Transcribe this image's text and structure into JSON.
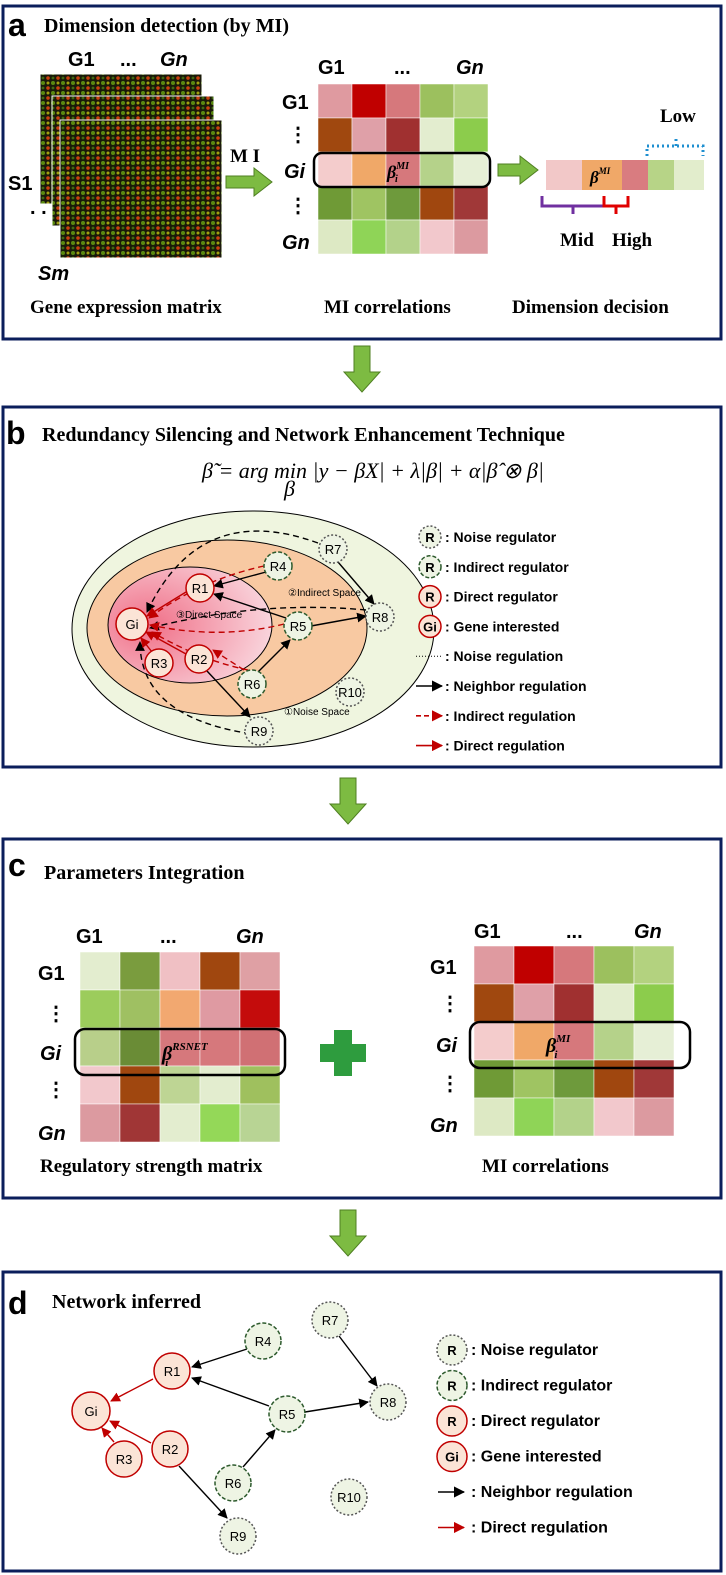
{
  "panels": {
    "a": {
      "letter": "a",
      "title": "Dimension detection (by MI)",
      "matrix_header_left": "G1",
      "matrix_header_dots": "...",
      "matrix_header_right": "Gn",
      "sample_first": "S1",
      "sample_last": "Sm",
      "arrow_label": "M I",
      "caption_expression": "Gene expression matrix",
      "caption_mi": "MI correlations",
      "caption_decision": "Dimension decision",
      "row_labels": [
        "G1",
        "⋮",
        "Gi",
        "⋮",
        "Gn"
      ],
      "beta_label": "β",
      "beta_sup": "MI",
      "beta_sub": "i",
      "low_label": "Low",
      "mid_label": "Mid",
      "high_label": "High"
    },
    "b": {
      "letter": "b",
      "title": "Redundancy Silencing and Network Enhancement Technique",
      "formula": "β̃ = arg min |y − βX| + λ|β| + α|β̂ ⊗ β|",
      "formula_sub": "β",
      "space_indirect": "②Indirect Space",
      "space_direct": "③Direct Space",
      "space_noise": "①Noise Space",
      "legend": [
        {
          "symbol": "R",
          "text": ": Noise regulator"
        },
        {
          "symbol": "R",
          "text": ": Indirect regulator"
        },
        {
          "symbol": "R",
          "text": ": Direct regulator"
        },
        {
          "symbol": "Gi",
          "text": ": Gene interested"
        },
        {
          "symbol": "",
          "text": ": Noise regulation"
        },
        {
          "symbol": "",
          "text": ": Neighbor regulation"
        },
        {
          "symbol": "",
          "text": ": Indirect regulation"
        },
        {
          "symbol": "",
          "text": ": Direct regulation"
        }
      ]
    },
    "c": {
      "letter": "c",
      "title": "Parameters Integration",
      "caption_left": "Regulatory strength matrix",
      "caption_right": "MI correlations",
      "beta_sup_left": "RSNET",
      "beta_sup_right": "MI"
    },
    "d": {
      "letter": "d",
      "title": "Network inferred",
      "legend": [
        {
          "symbol": "R",
          "text": ": Noise regulator"
        },
        {
          "symbol": "R",
          "text": ": Indirect regulator"
        },
        {
          "symbol": "R",
          "text": ": Direct regulator"
        },
        {
          "symbol": "Gi",
          "text": ": Gene interested"
        },
        {
          "symbol": "",
          "text": ": Neighbor regulation"
        },
        {
          "symbol": "",
          "text": ": Direct regulation"
        }
      ]
    }
  },
  "nodes": {
    "gi": "Gi",
    "r1": "R1",
    "r2": "R2",
    "r3": "R3",
    "r4": "R4",
    "r5": "R5",
    "r6": "R6",
    "r7": "R7",
    "r8": "R8",
    "r9": "R9",
    "r10": "R10"
  },
  "colors": {
    "panel_border": "#0b1e5b",
    "arrow_green": "#7dbb42",
    "direct_red": "#c00000",
    "plus_green": "#2e9c3e"
  }
}
